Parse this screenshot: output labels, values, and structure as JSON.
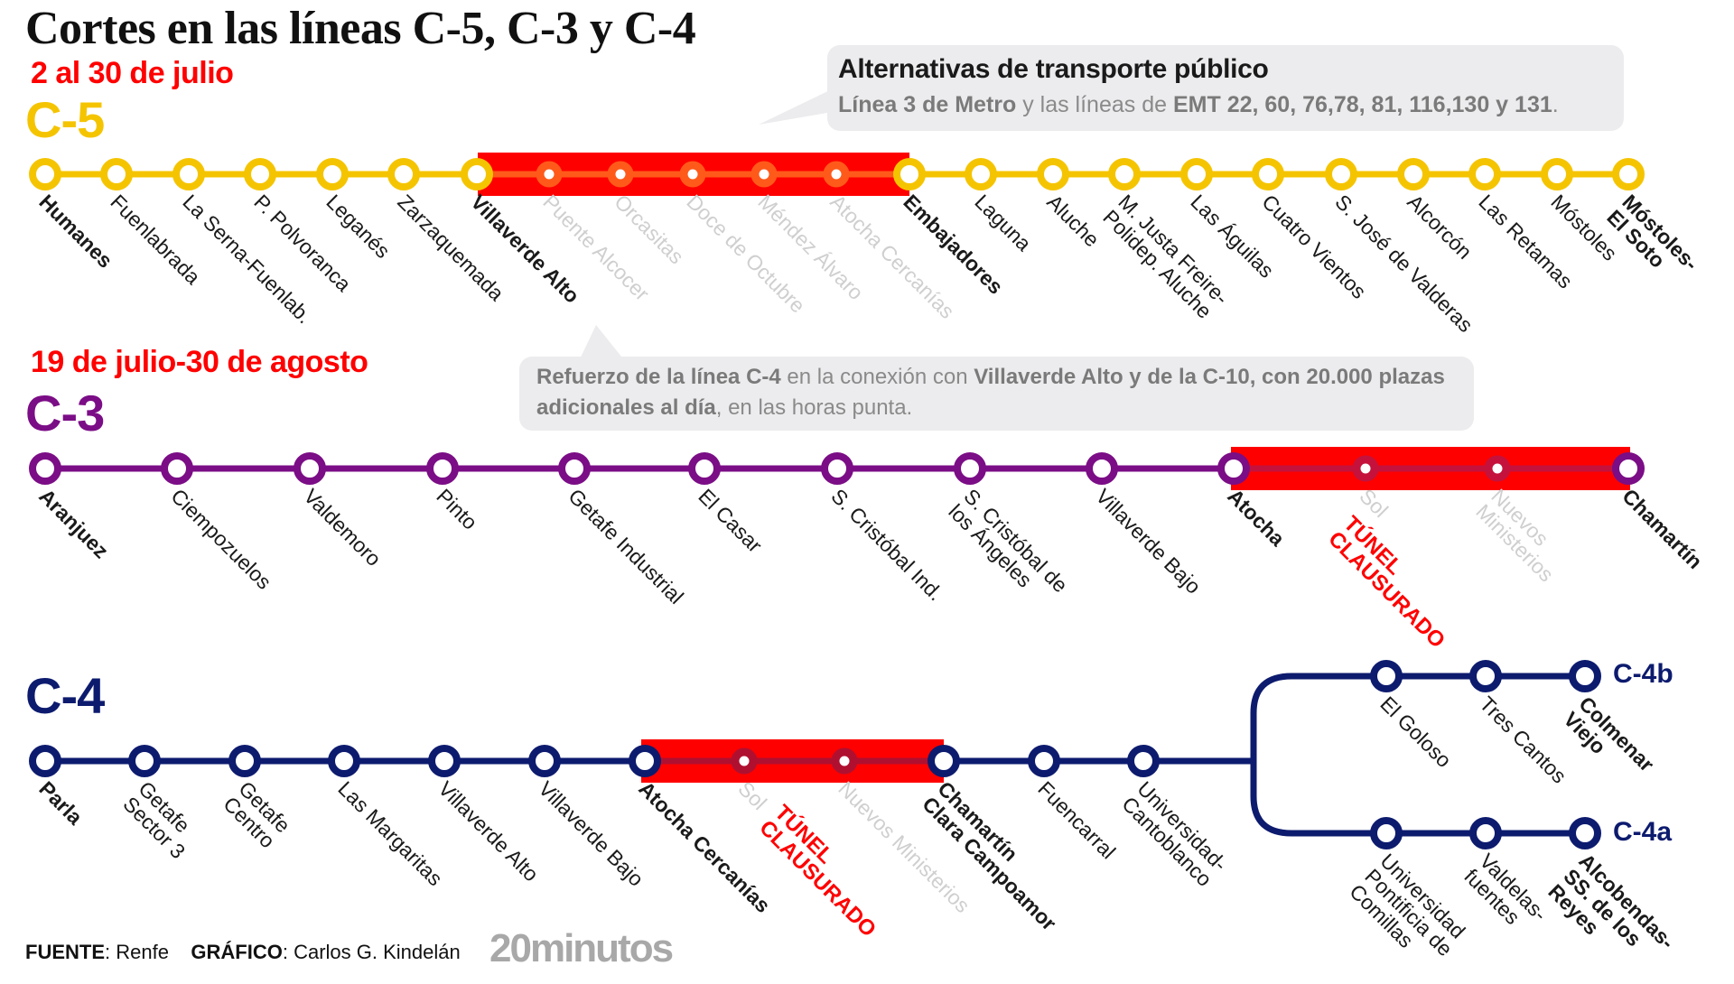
{
  "title": "Cortes en las líneas C-5, C-3 y C-4",
  "colors": {
    "c5": "#f5c400",
    "c3": "#7b0d86",
    "c4": "#0d1b6e",
    "closure": "#ff0000",
    "callout_bg": "#ececee",
    "closed_station_text": "#cfcfcf"
  },
  "c5": {
    "date": "2 al 30 de julio",
    "name": "C-5",
    "callout": {
      "title": "Alternativas de transporte público",
      "bold1": "Línea 3 de Metro",
      "text1": " y las líneas de ",
      "bold2": "EMT 22, 60, 76,78, 81, 116,130 y 131",
      "text2": "."
    },
    "stations": [
      {
        "name": "Humanes",
        "style": "bold"
      },
      {
        "name": "Fuenlabrada",
        "style": "normal"
      },
      {
        "name": "La Serna-Fuenlab.",
        "style": "normal"
      },
      {
        "name": "P. Polvoranca",
        "style": "normal"
      },
      {
        "name": "Leganés",
        "style": "normal"
      },
      {
        "name": "Zarzaquemada",
        "style": "normal"
      },
      {
        "name": "Villaverde Alto",
        "style": "bold"
      },
      {
        "name": "Puente Alcocer",
        "style": "closed"
      },
      {
        "name": "Orcasitas",
        "style": "closed"
      },
      {
        "name": "Doce de Octubre",
        "style": "closed"
      },
      {
        "name": "Méndez Álvaro",
        "style": "closed"
      },
      {
        "name": "Atocha Cercanías",
        "style": "closed"
      },
      {
        "name": "Embajadores",
        "style": "bold"
      },
      {
        "name": "Laguna",
        "style": "normal"
      },
      {
        "name": "Aluche",
        "style": "normal"
      },
      {
        "name": "M. Justa Freire-\nPolidep. Aluche",
        "style": "normal"
      },
      {
        "name": "Las Águilas",
        "style": "normal"
      },
      {
        "name": "Cuatro Vientos",
        "style": "normal"
      },
      {
        "name": "S. José de Valderas",
        "style": "normal"
      },
      {
        "name": "Alcorcón",
        "style": "normal"
      },
      {
        "name": "Las Retamas",
        "style": "normal"
      },
      {
        "name": "Móstoles",
        "style": "normal"
      },
      {
        "name": "Móstoles-\nEl Soto",
        "style": "bold"
      }
    ]
  },
  "c3": {
    "date": "19 de julio-30 de agosto",
    "name": "C-3",
    "callout": {
      "bold1": "Refuerzo de la línea C-4",
      "text1": " en la conexión con ",
      "bold2": "Villaverde Alto y de la C-10, con 20.000 plazas adicionales al día",
      "text2": ", en las horas punta."
    },
    "closure_label": "TÚNEL\nCLAUSURADO",
    "stations": [
      {
        "name": "Aranjuez",
        "style": "bold"
      },
      {
        "name": "Ciempozuelos",
        "style": "normal"
      },
      {
        "name": "Valdemoro",
        "style": "normal"
      },
      {
        "name": "Pinto",
        "style": "normal"
      },
      {
        "name": "Getafe Industrial",
        "style": "normal"
      },
      {
        "name": "El Casar",
        "style": "normal"
      },
      {
        "name": "S. Cristóbal Ind.",
        "style": "normal"
      },
      {
        "name": "S. Cristóbal de\nlos Ángeles",
        "style": "normal"
      },
      {
        "name": "Villaverde Bajo",
        "style": "normal"
      },
      {
        "name": "Atocha",
        "style": "bold"
      },
      {
        "name": "Sol",
        "style": "closed"
      },
      {
        "name": "Nuevos\nMinisterios",
        "style": "closed"
      },
      {
        "name": "Chamartín",
        "style": "bold"
      }
    ]
  },
  "c4": {
    "name": "C-4",
    "closure_label": "TÚNEL\nCLAUSURADO",
    "stations": [
      {
        "name": "Parla",
        "style": "bold"
      },
      {
        "name": "Getafe\nSector 3",
        "style": "normal"
      },
      {
        "name": "Getafe\nCentro",
        "style": "normal"
      },
      {
        "name": "Las Margaritas",
        "style": "normal"
      },
      {
        "name": "Villaverde Alto",
        "style": "normal"
      },
      {
        "name": "Villaverde Bajo",
        "style": "normal"
      },
      {
        "name": "Atocha Cercanías",
        "style": "bold"
      },
      {
        "name": "Sol",
        "style": "closed"
      },
      {
        "name": "Nuevos Ministerios",
        "style": "closed"
      },
      {
        "name": "Chamartín\nClara Campoamor",
        "style": "bold"
      },
      {
        "name": "Fuencarral",
        "style": "normal"
      },
      {
        "name": "Universidad-\nCantoblanco",
        "style": "normal"
      }
    ],
    "branch_b": {
      "name": "C-4b",
      "stations": [
        {
          "name": "El Goloso",
          "style": "normal"
        },
        {
          "name": "Tres Cantos",
          "style": "normal"
        },
        {
          "name": "Colmenar\nViejo",
          "style": "bold"
        }
      ]
    },
    "branch_a": {
      "name": "C-4a",
      "stations": [
        {
          "name": "Universidad\nPontificia de\nComillas",
          "style": "normal"
        },
        {
          "name": "Valdelas-\nfuentes",
          "style": "normal"
        },
        {
          "name": "Alcobendas-\nSS. de los\nReyes",
          "style": "bold"
        }
      ]
    }
  },
  "footer": {
    "source_label": "FUENTE",
    "source_value": ": Renfe",
    "graphic_label": "GRÁFICO",
    "graphic_value": ": Carlos G. Kindelán",
    "brand": "20minutos"
  }
}
